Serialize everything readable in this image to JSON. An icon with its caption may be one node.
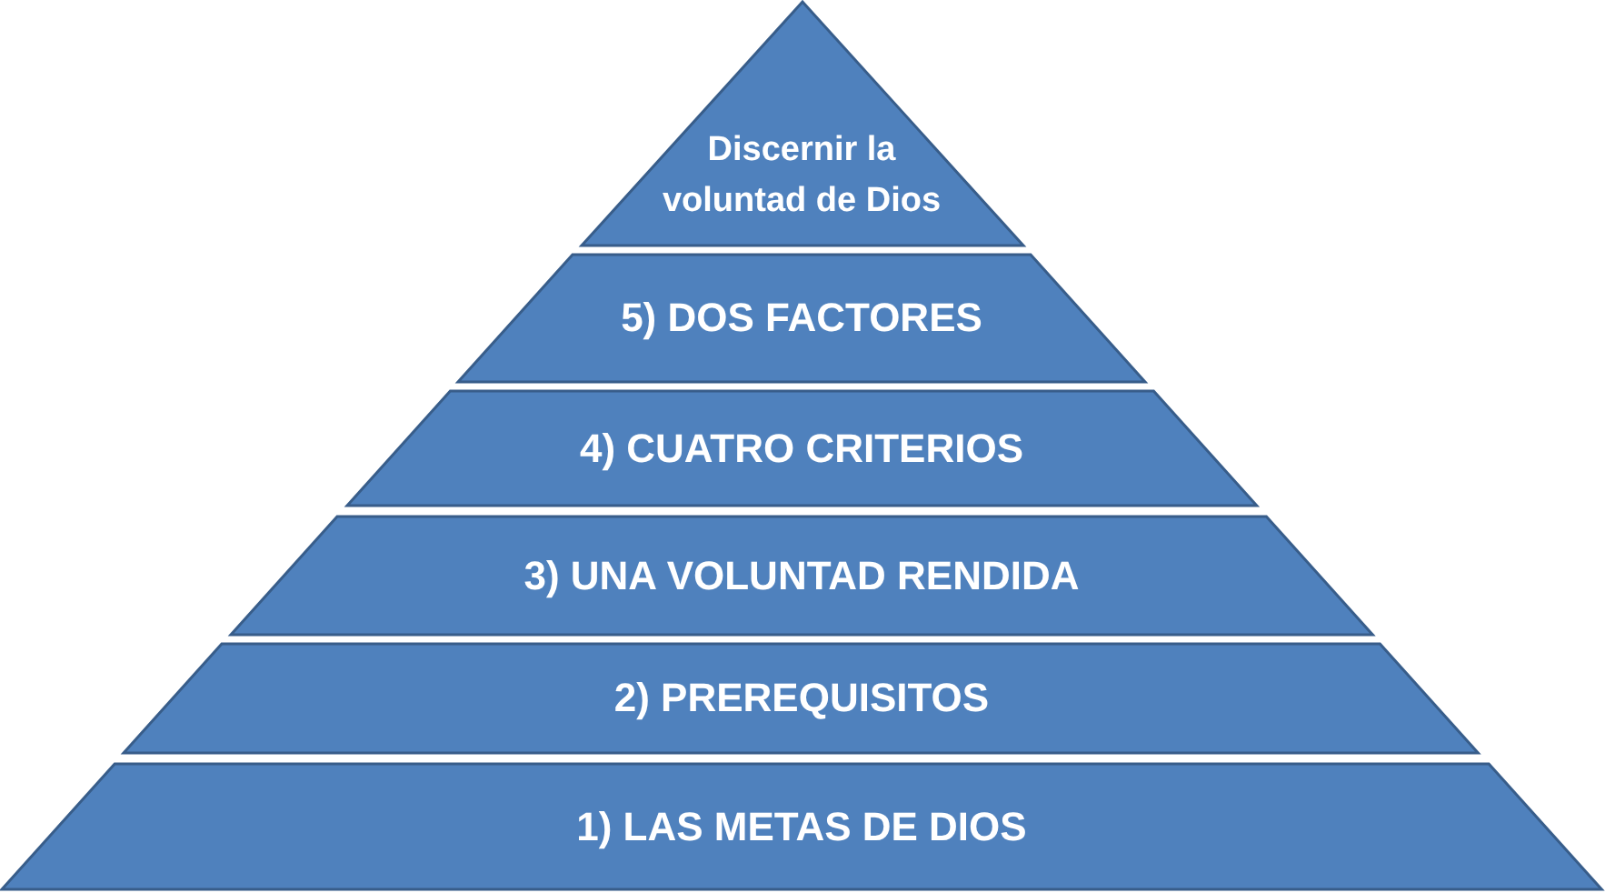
{
  "diagram": {
    "nodes": [
      {
        "text": [
          "Discernir la voluntad de Dios"
        ]
      },
      {
        "text": [
          "5) DOS FACTORES"
        ]
      },
      {
        "text": [
          "4) CUATRO CRITERIOS"
        ]
      },
      {
        "text": [
          "3) UNA VOLUNTAD RENDIDA"
        ]
      },
      {
        "text": [
          "2) PREREQUISITOS"
        ]
      },
      {
        "text": [
          "1) LAS METAS DE DIOS"
        ]
      }
    ]
  }
}
